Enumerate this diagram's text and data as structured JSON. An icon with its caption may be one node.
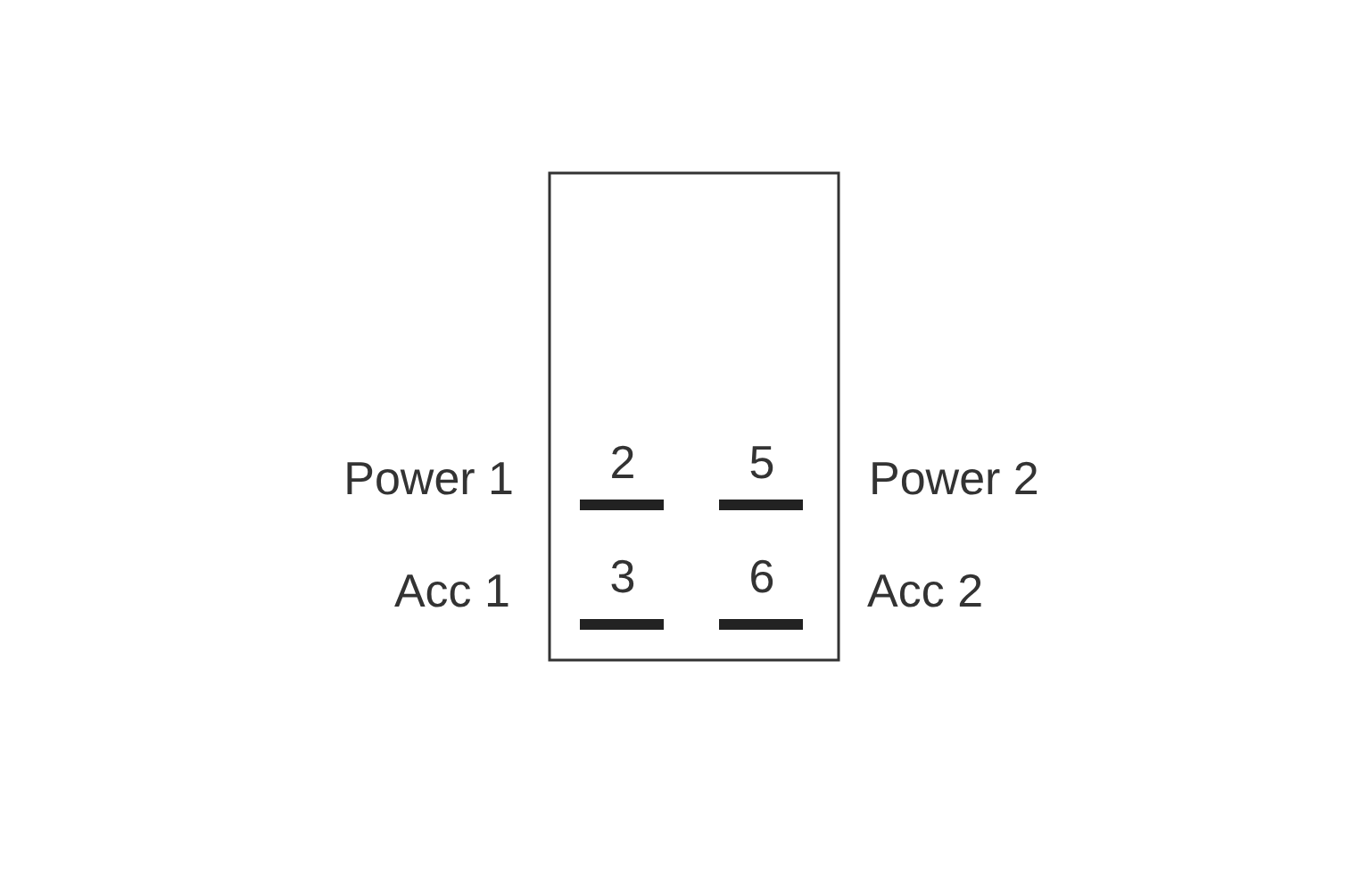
{
  "diagram": {
    "labels": [
      "Power 1",
      "2",
      "5",
      "Power 2",
      "Acc 1",
      "3",
      "6",
      "Acc 2"
    ]
  }
}
